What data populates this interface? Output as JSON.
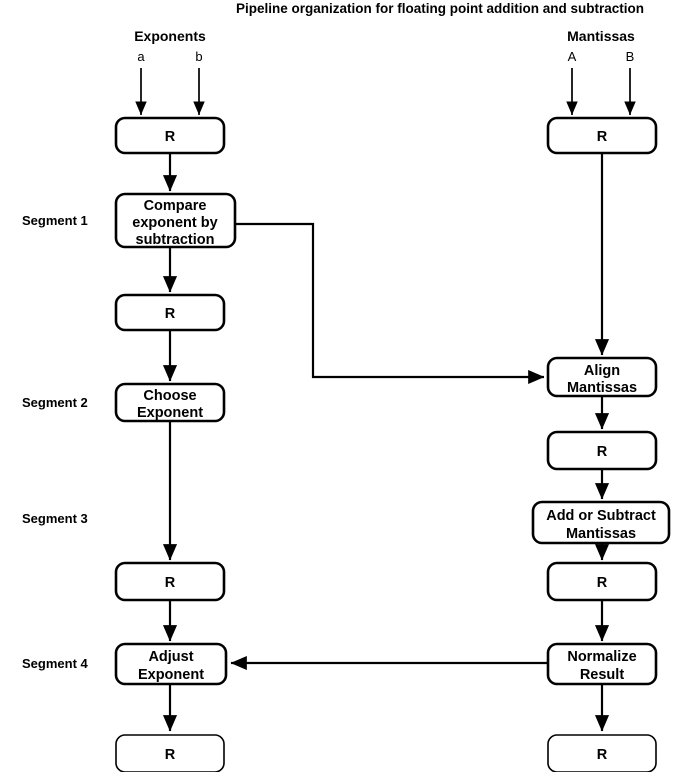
{
  "title": "Pipeline organization for floating point addition and subtraction",
  "columns": {
    "left": {
      "heading": "Exponents",
      "inputs": [
        "a",
        "b"
      ]
    },
    "right": {
      "heading": "Mantissas",
      "inputs": [
        "A",
        "B"
      ]
    }
  },
  "segments": [
    {
      "label": "Segment 1"
    },
    {
      "label": "Segment 2"
    },
    {
      "label": "Segment 3"
    },
    {
      "label": "Segment 4"
    }
  ],
  "nodes": {
    "left_reg_1": "R",
    "compare_exponent": "Compare exponent by subtraction",
    "compare_exponent_lines": [
      "Compare",
      "exponent by",
      "subtraction"
    ],
    "left_reg_2": "R",
    "choose_exponent": "Choose Exponent",
    "choose_exponent_lines": [
      "Choose",
      "Exponent"
    ],
    "left_reg_3": "R",
    "adjust_exponent": "Adjust Exponent",
    "adjust_exponent_lines": [
      "Adjust",
      "Exponent"
    ],
    "left_reg_4": "R",
    "right_reg_1": "R",
    "align_mantissas": "Align Mantissas",
    "align_mantissas_lines": [
      "Align",
      "Mantissas"
    ],
    "right_reg_2": "R",
    "add_or_subtract": "Add or Subtract Mantissas",
    "add_or_subtract_lines": [
      "Add or Subtract",
      "Mantissas"
    ],
    "right_reg_3": "R",
    "normalize_result": "Normalize Result",
    "normalize_result_lines": [
      "Normalize",
      "Result"
    ],
    "right_reg_4": "R"
  },
  "colors": {
    "background": "#ffffff",
    "stroke": "#000000",
    "text": "#000000"
  }
}
